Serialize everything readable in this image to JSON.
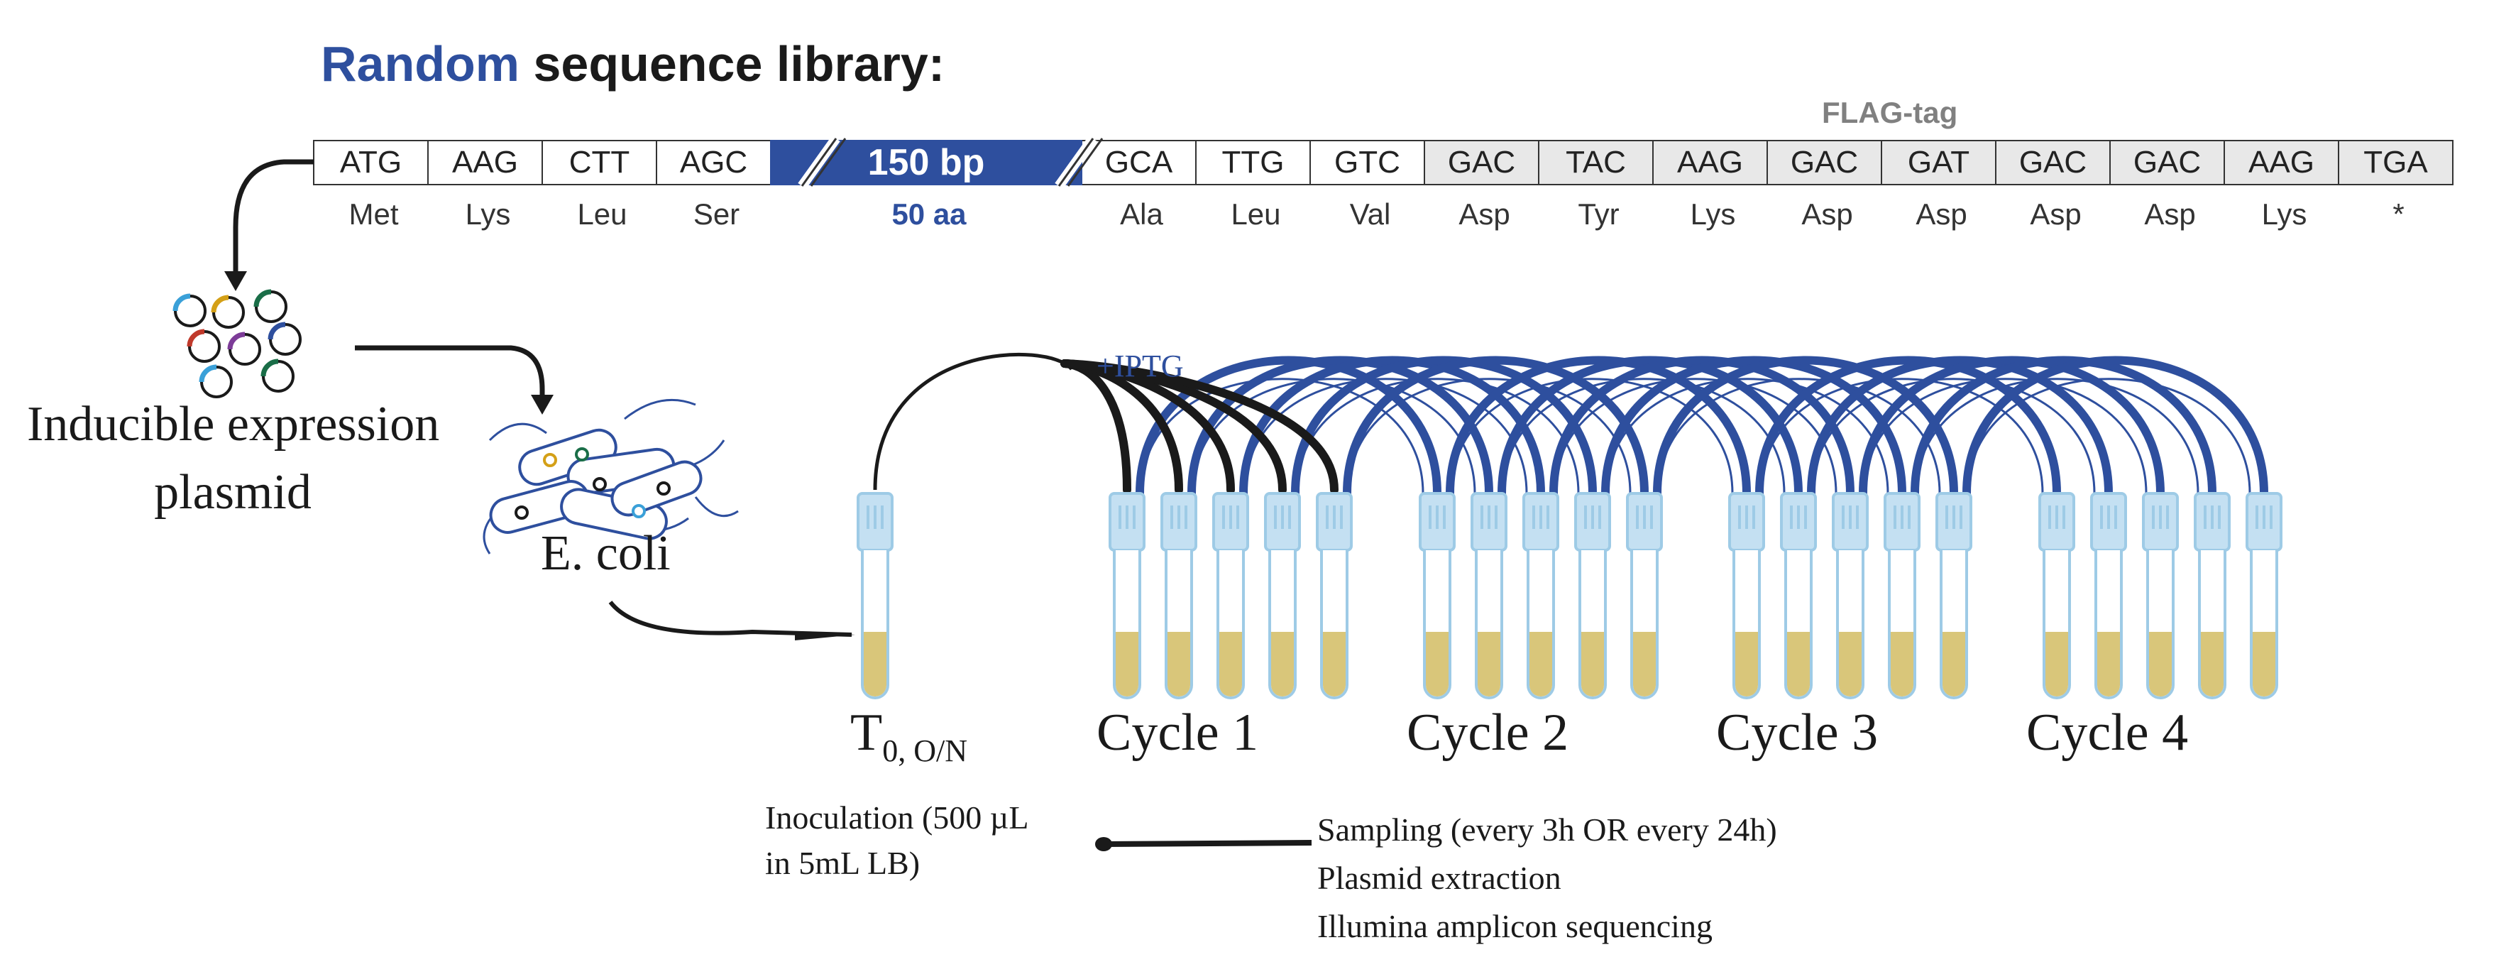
{
  "title": {
    "highlight": "Random",
    "rest": "sequence library:"
  },
  "flag_tag_label": "FLAG-tag",
  "codons_before": [
    {
      "codon": "ATG",
      "aa": "Met"
    },
    {
      "codon": "AAG",
      "aa": "Lys"
    },
    {
      "codon": "CTT",
      "aa": "Leu"
    },
    {
      "codon": "AGC",
      "aa": "Ser"
    }
  ],
  "insert": {
    "length_bp": "150 bp",
    "length_aa": "50 aa"
  },
  "codons_after": [
    {
      "codon": "GCA",
      "aa": "Ala",
      "flag": false
    },
    {
      "codon": "TTG",
      "aa": "Leu",
      "flag": false
    },
    {
      "codon": "GTC",
      "aa": "Val",
      "flag": false
    },
    {
      "codon": "GAC",
      "aa": "Asp",
      "flag": true
    },
    {
      "codon": "TAC",
      "aa": "Tyr",
      "flag": true
    },
    {
      "codon": "AAG",
      "aa": "Lys",
      "flag": true
    },
    {
      "codon": "GAC",
      "aa": "Asp",
      "flag": true
    },
    {
      "codon": "GAT",
      "aa": "Asp",
      "flag": true
    },
    {
      "codon": "GAC",
      "aa": "Asp",
      "flag": true
    },
    {
      "codon": "GAC",
      "aa": "Asp",
      "flag": true
    },
    {
      "codon": "AAG",
      "aa": "Lys",
      "flag": true
    },
    {
      "codon": "TGA",
      "aa": "*",
      "flag": true
    }
  ],
  "plasmid_label_line1": "Inducible expression",
  "plasmid_label_line2": "plasmid",
  "ecoli_label": "E. coli",
  "iptg_label": "+IPTG",
  "t0_label": {
    "main": "T",
    "sub": "0, O/N"
  },
  "cycles": [
    "Cycle 1",
    "Cycle 2",
    "Cycle 3",
    "Cycle 4"
  ],
  "inoculation": {
    "line1": "Inoculation (500 µL",
    "line2": "in 5mL LB)"
  },
  "sampling_steps": [
    "Sampling (every 3h OR every 24h)",
    "Plasmid extraction",
    "Illumina amplicon sequencing"
  ],
  "colors": {
    "accent_blue": "#2e4f9e",
    "flag_gray": "#e8e8e8",
    "tube_outline": "#9ecbe6",
    "tube_cap": "#c4e0f2",
    "culture": "#d9c67a",
    "black_transfer": "#1a1a1a"
  },
  "icons": [
    "down-arrow-icon",
    "plasmid-ring-icon",
    "ecoli-cell-icon",
    "culture-tube-icon",
    "transfer-arc-icon"
  ]
}
